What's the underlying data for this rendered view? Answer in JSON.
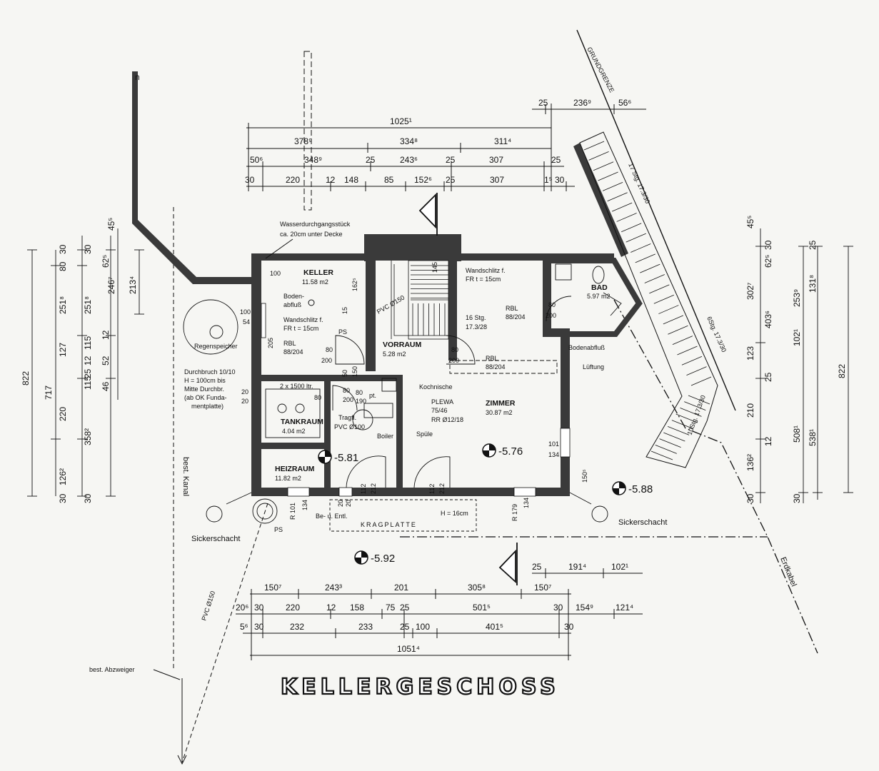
{
  "title": "KELLERGESCHOSS",
  "rooms": {
    "keller": {
      "name": "KELLER",
      "area": "11.58 m2"
    },
    "vorraum": {
      "name": "VORRAUM",
      "area": "5.28 m2"
    },
    "zimmer": {
      "name": "ZIMMER",
      "area": "30.87 m2"
    },
    "bad": {
      "name": "BAD",
      "area": "5.97 m2"
    },
    "tankraum": {
      "name": "TANKRAUM",
      "area": "4.04 m2"
    },
    "heizraum": {
      "name": "HEIZRAUM",
      "area": "11.82 m2"
    }
  },
  "levels": {
    "l581": "-5.81",
    "l576": "-5.76",
    "l588": "-5.88",
    "l592": "-5.92"
  },
  "notes": {
    "grundgrenze": "GRUNDGRENZE",
    "wasser1": "Wasserdurchgangsstück",
    "wasser2": "ca. 20cm unter Decke",
    "bodenabfluss_a": "Boden-",
    "bodenabfluss_b": "abfluß",
    "wandschlitz_a1": "Wandschlitz f.",
    "wandschlitz_a2": "FR  t = 15cm",
    "wandschlitz_b1": "Wandschlitz f.",
    "wandschlitz_b2": "FR  t = 15cm",
    "pvc150": "PVC Ø150",
    "stg1": "16 Stg.",
    "stg2": "17.3/28",
    "rbl1a": "RBL",
    "rbl1b": "88/204",
    "rbl2a": "RBL",
    "rbl2b": "88/204",
    "rbl3a": "RBL",
    "rbl3b": "88/204",
    "regenspeicher": "Regenspeicher",
    "durchbruch1": "Durchbruch 10/10",
    "durchbruch2": "H = 100cm bis",
    "durchbruch3": "Mitte Durchbr.",
    "durchbruch4": "(ab OK Funda-",
    "durchbruch5": "mentplatte)",
    "tank1": "2 x 1500 ltr.",
    "tragfl": "Tragfl.",
    "pvc100": "PVC Ø100",
    "boiler": "Boiler",
    "kochnische": "Kochnische",
    "plewa1": "PLEWA",
    "plewa2": "75/46",
    "plewa3": "RR Ø12/18",
    "spuele": "Spüle",
    "pt": "pt.",
    "bodenabfluss2": "Bodenabfluß",
    "lueftung": "Lüftung",
    "sicker1": "Sickerschacht",
    "sicker2": "Sickerschacht",
    "ps": "PS",
    "ps2": "PS",
    "bestkanal": "best. Kanal",
    "beu1": "Be- u. Entl.",
    "h16": "H = 16cm",
    "kragplatte": "KRAGPLATTE",
    "pvc150b": "PVC Ø150",
    "abzweiger": "best. Abzweiger",
    "erdkabel": "Erdkabel",
    "stairs_right1": "17 Stg. 17.3/30",
    "stairs_right2": "6Stg. 17.3/30",
    "stairs_right3": "10Stg. 17.3/30"
  },
  "dims_top": {
    "r1": [
      "25",
      "236⁹",
      "56⁶"
    ],
    "r2": [
      "1025¹"
    ],
    "r3": [
      "378⁹",
      "334⁸",
      "311⁴"
    ],
    "r4": [
      "50⁶",
      "348⁹",
      "25",
      "243⁶",
      "25",
      "307",
      "25"
    ],
    "r5": [
      "30",
      "220",
      "12",
      "148",
      "85",
      "152⁶",
      "25",
      "307",
      "1⁵",
      "30"
    ]
  },
  "dims_bottom": {
    "r1": [
      "25",
      "191⁴",
      "102¹"
    ],
    "r2": [
      "150⁷",
      "243³",
      "201",
      "305⁸",
      "150⁷"
    ],
    "r3": [
      "20⁶",
      "30",
      "220",
      "12",
      "158",
      "75",
      "25",
      "501⁵",
      "30",
      "154⁹",
      "121⁴"
    ],
    "r4": [
      "5⁶",
      "30",
      "232",
      "233",
      "25",
      "100",
      "401⁵",
      "30"
    ],
    "r5": [
      "1051⁴"
    ]
  },
  "dims_left": {
    "a": [
      "822"
    ],
    "b": [
      "717"
    ],
    "c": [
      "30",
      "80",
      "251⁸",
      "127",
      "220",
      "126²",
      "30"
    ],
    "d": [
      "30",
      "25",
      "251⁸",
      "115",
      "12",
      "115",
      "358²",
      "30"
    ],
    "e": [
      "62⁵",
      "12",
      "52",
      "46"
    ],
    "f": [
      "45⁵",
      "246⁷"
    ],
    "g": [
      "213⁴"
    ]
  },
  "dims_right": {
    "a": [
      "45⁵",
      "302⁷",
      "123",
      "210",
      "136²",
      "30"
    ],
    "b": [
      "30",
      "62⁵",
      "403⁶",
      "25",
      "12"
    ],
    "c": [
      "30",
      "253⁹",
      "102¹",
      "508¹"
    ],
    "d": [
      "25",
      "131⁸",
      "538¹"
    ],
    "e": [
      "822"
    ]
  },
  "small": {
    "d100a": "100",
    "d100b": "100",
    "d54": "54",
    "d205": "205",
    "d162": "162⁵",
    "d15": "15",
    "d145": "145",
    "d80": "80",
    "d200a": "200",
    "d80b": "80",
    "d200b": "200",
    "d80c": "80",
    "d200c": "200",
    "d80d": "80",
    "d200d": "200",
    "d50": "50",
    "d20": "20",
    "d20b": "20",
    "d80e": "80",
    "d150": "150",
    "d80f": "80",
    "d190": "190",
    "d101": "101",
    "d134": "134",
    "d1505": "150⁵",
    "d101b": "R 101",
    "d134b": "134",
    "d112": "112",
    "d212": "212",
    "d20c": "20",
    "d20d": "20",
    "d112b": "112",
    "d212b": "212",
    "r179": "R 179",
    "d134c": "134"
  }
}
